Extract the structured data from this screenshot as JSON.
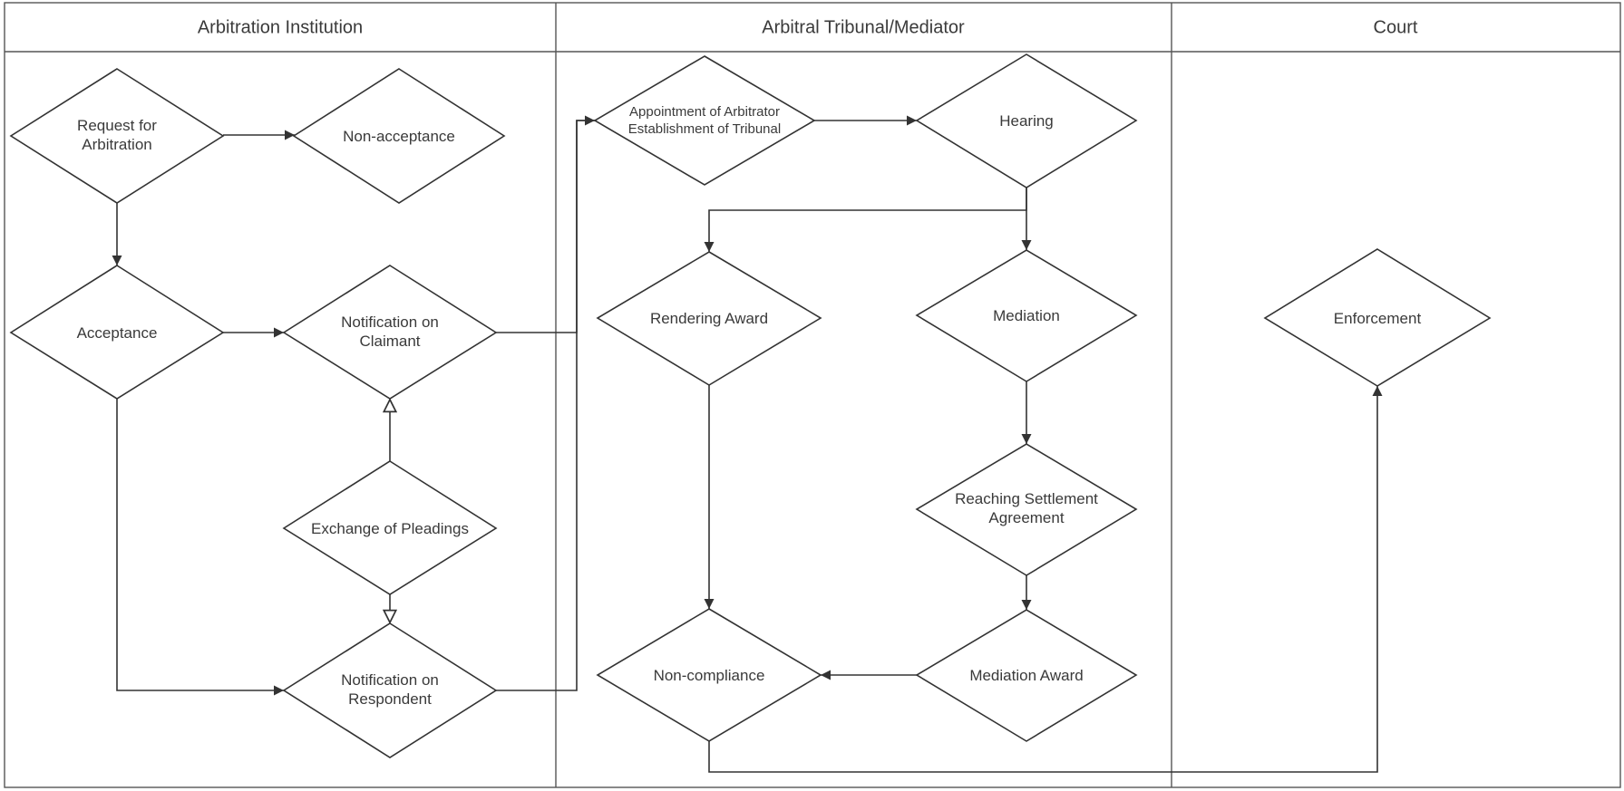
{
  "lanes": [
    {
      "id": "institution",
      "title": "Arbitration Institution"
    },
    {
      "id": "tribunal",
      "title": "Arbitral Tribunal/Mediator"
    },
    {
      "id": "court",
      "title": "Court"
    }
  ],
  "nodes": [
    {
      "id": "request",
      "lines": [
        "Request for",
        "Arbitration"
      ]
    },
    {
      "id": "nonaccept",
      "lines": [
        "Non-acceptance"
      ]
    },
    {
      "id": "accept",
      "lines": [
        "Acceptance"
      ]
    },
    {
      "id": "notif_claimant",
      "lines": [
        "Notification on",
        "Claimant"
      ]
    },
    {
      "id": "exchange",
      "lines": [
        "Exchange of Pleadings"
      ]
    },
    {
      "id": "notif_resp",
      "lines": [
        "Notification on",
        "Respondent"
      ]
    },
    {
      "id": "appoint",
      "lines": [
        "Appointment of  Arbitrator",
        "Establishment of Tribunal"
      ]
    },
    {
      "id": "hearing",
      "lines": [
        "Hearing"
      ]
    },
    {
      "id": "rendering",
      "lines": [
        "Rendering Award"
      ]
    },
    {
      "id": "mediation",
      "lines": [
        "Mediation"
      ]
    },
    {
      "id": "settlement",
      "lines": [
        "Reaching Settlement",
        "Agreement"
      ]
    },
    {
      "id": "med_award",
      "lines": [
        "Mediation Award"
      ]
    },
    {
      "id": "noncompliance",
      "lines": [
        "Non-compliance"
      ]
    },
    {
      "id": "enforcement",
      "lines": [
        "Enforcement"
      ]
    }
  ],
  "edges": [
    {
      "from": "request",
      "to": "nonaccept",
      "arrow": "filled"
    },
    {
      "from": "request",
      "to": "accept",
      "arrow": "filled"
    },
    {
      "from": "accept",
      "to": "notif_claimant",
      "arrow": "filled"
    },
    {
      "from": "accept",
      "to": "notif_resp",
      "arrow": "filled"
    },
    {
      "from": "exchange",
      "to": "notif_claimant",
      "arrow": "hollow"
    },
    {
      "from": "exchange",
      "to": "notif_resp",
      "arrow": "hollow"
    },
    {
      "from": "notif_claimant",
      "to": "appoint",
      "arrow": "filled"
    },
    {
      "from": "notif_resp",
      "to": "appoint",
      "arrow": "filled"
    },
    {
      "from": "appoint",
      "to": "hearing",
      "arrow": "filled"
    },
    {
      "from": "hearing",
      "to": "rendering",
      "arrow": "filled"
    },
    {
      "from": "hearing",
      "to": "mediation",
      "arrow": "filled"
    },
    {
      "from": "mediation",
      "to": "settlement",
      "arrow": "filled"
    },
    {
      "from": "settlement",
      "to": "med_award",
      "arrow": "filled"
    },
    {
      "from": "rendering",
      "to": "noncompliance",
      "arrow": "filled"
    },
    {
      "from": "med_award",
      "to": "noncompliance",
      "arrow": "filled"
    },
    {
      "from": "noncompliance",
      "to": "enforcement",
      "arrow": "filled"
    }
  ]
}
